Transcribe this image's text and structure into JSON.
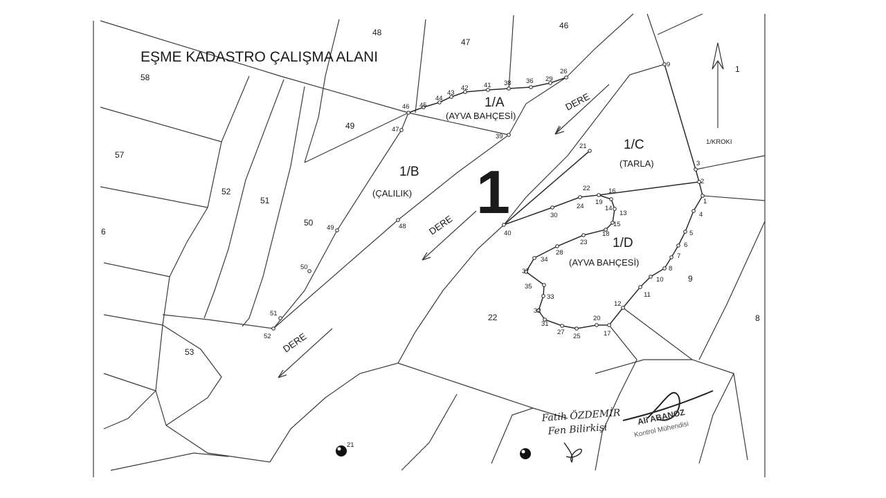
{
  "title": "EŞME KADASTRO ÇALIŞMA ALANI",
  "main_parcel": "1",
  "north_label": "1",
  "kroki_label": "1/KROKI",
  "sub_parcels": [
    {
      "id": "1a",
      "code": "1/A",
      "use": "(AYVA BAHÇESİ)"
    },
    {
      "id": "1b",
      "code": "1/B",
      "use": "(ÇALILIK)"
    },
    {
      "id": "1c",
      "code": "1/C",
      "use": "(TARLA)"
    },
    {
      "id": "1d",
      "code": "1/D",
      "use": "(AYVA BAHÇESİ)"
    }
  ],
  "dere_label": "DERE",
  "neighbor_parcels": [
    "58",
    "57",
    "52",
    "51",
    "50",
    "53",
    "49",
    "48",
    "47",
    "46",
    "22",
    "9",
    "8",
    "6"
  ],
  "boundary_points": [
    "9",
    "3",
    "2",
    "1",
    "4",
    "5",
    "6",
    "7",
    "8",
    "10",
    "11",
    "12",
    "17",
    "20",
    "25",
    "27",
    "31",
    "32",
    "33",
    "35",
    "37",
    "34",
    "28",
    "23",
    "18",
    "15",
    "13",
    "14",
    "19",
    "16",
    "22",
    "24",
    "30",
    "40",
    "21",
    "26",
    "29",
    "36",
    "38",
    "41",
    "42",
    "43",
    "44",
    "45",
    "46",
    "47",
    "39",
    "48",
    "49",
    "50",
    "51",
    "52"
  ],
  "signatures": {
    "surveyor_name": "Fatih ÖZDEMİR",
    "surveyor_title": "Fen Bilirkişi",
    "controller_name": "Ali ABANOZ",
    "controller_title": "Kontrol Mühendisi"
  },
  "marker_label": "21"
}
